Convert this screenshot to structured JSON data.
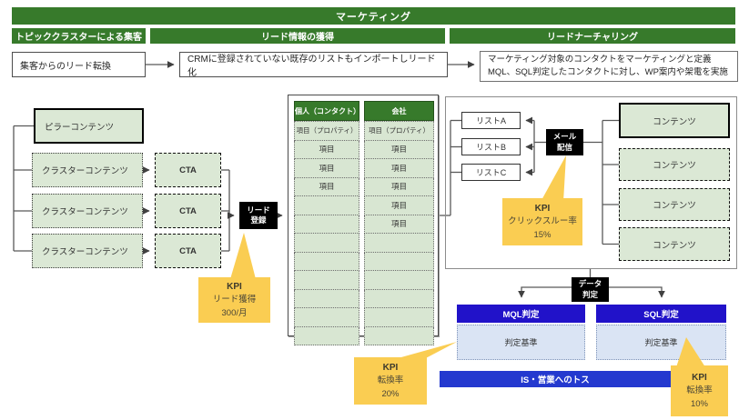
{
  "banner": {
    "title": "マーケティング"
  },
  "sections": [
    {
      "label": "トピッククラスターによる集客"
    },
    {
      "label": "リード情報の獲得"
    },
    {
      "label": "リードナーチャリング"
    }
  ],
  "top_flow": {
    "lead_conversion": "集客からのリード転換",
    "crm_import": "CRMに登録されていない既存のリストもインポートしリード化",
    "nurturing_line1": "マーケティング対象のコンタクトをマーケティングと定義",
    "nurturing_line2": "MQL、SQL判定したコンタクトに対し、WP案内や架電を実施"
  },
  "content_flow": {
    "pillar": "ピラーコンテンツ",
    "clusters": [
      "クラスターコンテンツ",
      "クラスターコンテンツ",
      "クラスターコンテンツ"
    ],
    "ctas": [
      "CTA",
      "CTA",
      "CTA"
    ],
    "lead_register": {
      "line1": "リード",
      "line2": "登録"
    }
  },
  "table": {
    "columns": [
      {
        "header": "個人（コンタクト）",
        "rows": [
          "項目（プロパティ）",
          "項目",
          "項目",
          "項目",
          "",
          "",
          "",
          "",
          "",
          "",
          "",
          ""
        ]
      },
      {
        "header": "会社",
        "rows": [
          "項目（プロパティ）",
          "項目",
          "項目",
          "項目",
          "項目",
          "項目",
          "",
          "",
          "",
          "",
          "",
          ""
        ]
      }
    ]
  },
  "nurturing": {
    "lists": [
      "リストA",
      "リストB",
      "リストC"
    ],
    "mail": {
      "line1": "メール",
      "line2": "配信"
    },
    "contents": [
      "コンテンツ",
      "コンテンツ",
      "コンテンツ",
      "コンテンツ"
    ],
    "data_judge": {
      "line1": "データ",
      "line2": "判定"
    },
    "mql_header": "MQL判定",
    "sql_header": "SQL判定",
    "mql_criteria": "判定基準",
    "sql_criteria": "判定基準",
    "toss_bar": "IS・営業へのトス"
  },
  "kpi": {
    "lead": {
      "title": "KPI",
      "metric": "リード獲得",
      "value": "300/月"
    },
    "ctr": {
      "title": "KPI",
      "metric": "クリックスルー率",
      "value": "15%"
    },
    "mql": {
      "title": "KPI",
      "metric": "転換率",
      "value": "20%"
    },
    "sql": {
      "title": "KPI",
      "metric": "転換率",
      "value": "10%"
    }
  },
  "colors": {
    "dark_green": "#377A2B",
    "light_green": "#DBE8D5",
    "judge_blue": "#2112C9",
    "toss_blue": "#2439CF",
    "light_blue": "#DAE4F4",
    "kpi_yellow": "#FACD52",
    "process_black": "#000000"
  }
}
